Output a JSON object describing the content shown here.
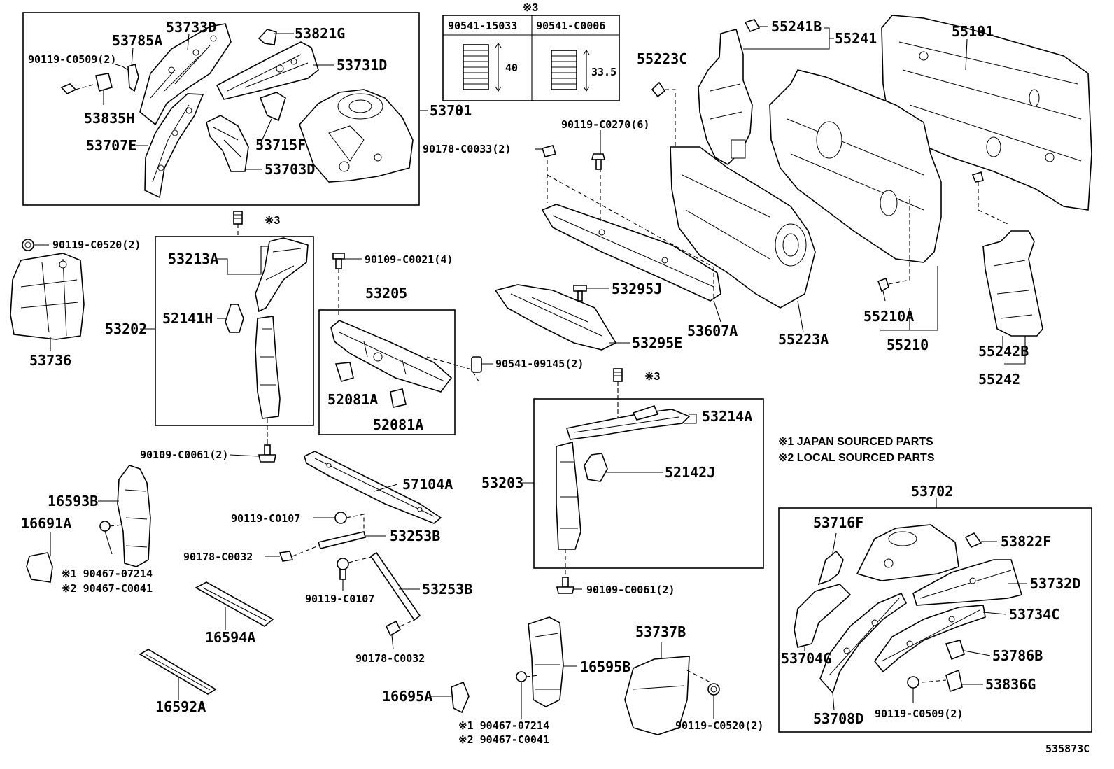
{
  "labels": {
    "p53733D": "53733D",
    "p53785A": "53785A",
    "p90119_C0509_2a": "90119-C0509(2)",
    "p53821G": "53821G",
    "p53731D": "53731D",
    "p53835H": "53835H",
    "p53707E": "53707E",
    "p53715F": "53715F",
    "p53703D": "53703D",
    "p53701": "53701",
    "p55241B": "55241B",
    "p55241": "55241",
    "p55101": "55101",
    "p55223C": "55223C",
    "p90119_C0270": "90119-C0270(6)",
    "p90178_C0033": "90178-C0033(2)",
    "x3a": "※3",
    "p90119_C0520a": "90119-C0520(2)",
    "p53213A": "53213A",
    "p52141H": "52141H",
    "p53202": "53202",
    "p53736": "53736",
    "p90109_C0021": "90109-C0021(4)",
    "p53205": "53205",
    "p52081A_a": "52081A",
    "p52081A_b": "52081A",
    "p90541_09145": "90541-09145(2)",
    "p53295J": "53295J",
    "p53295E": "53295E",
    "p53607A": "53607A",
    "p55223A": "55223A",
    "p55210A": "55210A",
    "p55210": "55210",
    "p55242B": "55242B",
    "p55242": "55242",
    "x3b": "※3",
    "p53214A": "53214A",
    "p52142J": "52142J",
    "p53203": "53203",
    "p90109_C0061a": "90109-C0061(2)",
    "p57104A": "57104A",
    "p16593B": "16593B",
    "p16691A": "16691A",
    "p90119_C0107a": "90119-C0107",
    "p53253B_a": "53253B",
    "p90178_C0032a": "90178-C0032",
    "p90467_07214a": "※1 90467-07214",
    "p90467_C0041a": "※2 90467-C0041",
    "p90119_C0107b": "90119-C0107",
    "p53253B_b": "53253B",
    "p90109_C0061b": "90109-C0061(2)",
    "p16594A": "16594A",
    "p90178_C0032b": "90178-C0032",
    "p16592A": "16592A",
    "p53737B": "53737B",
    "p16595B": "16595B",
    "p16695A": "16695A",
    "p90467_07214b": "※1 90467-07214",
    "p90467_C0041b": "※2 90467-C0041",
    "p90119_C0520b": "90119-C0520(2)",
    "p53702": "53702",
    "p53716F": "53716F",
    "p53822F": "53822F",
    "p53732D": "53732D",
    "p53734C": "53734C",
    "p53704G": "53704G",
    "p53786B": "53786B",
    "p53836G": "53836G",
    "p53708D": "53708D",
    "p90119_C0509_2b": "90119-C0509(2)"
  },
  "table": {
    "note": "※3",
    "col1": "90541-15033",
    "col2": "90541-C0006",
    "dim1": "40",
    "dim2": "33.5"
  },
  "notes": {
    "japan": "※1 JAPAN SOURCED PARTS",
    "local": "※2 LOCAL SOURCED PARTS"
  },
  "diagram_id": "535873C"
}
